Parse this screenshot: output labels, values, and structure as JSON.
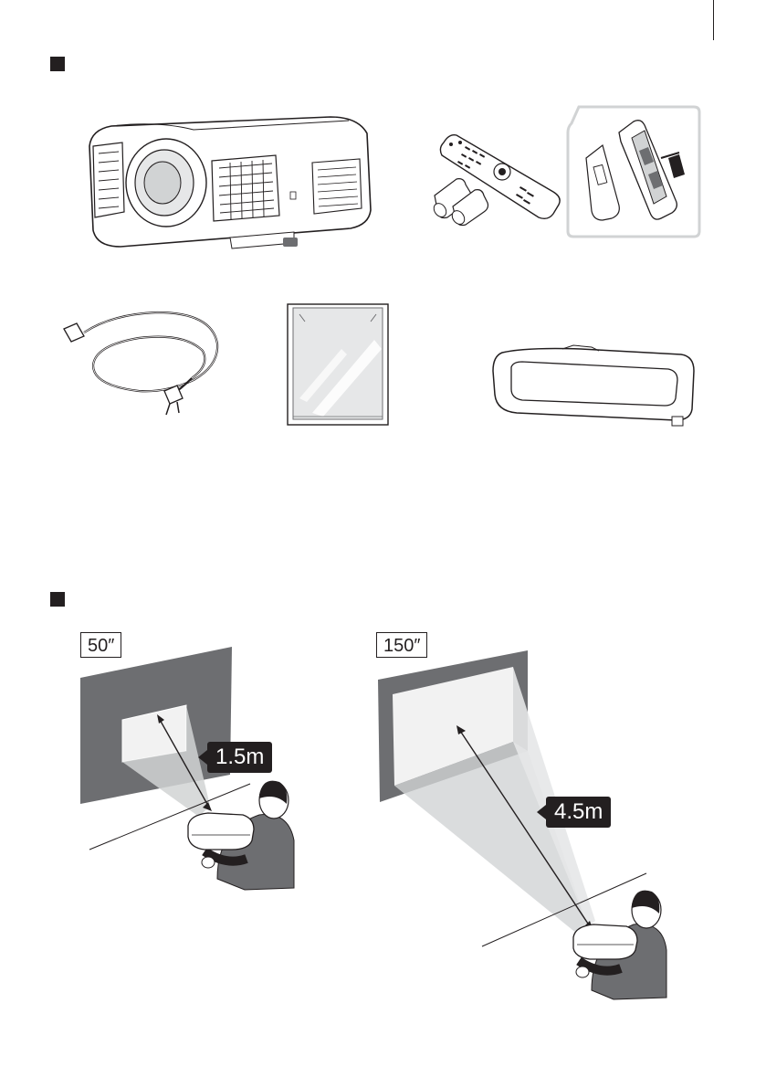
{
  "sections": {
    "contents_marker": "",
    "placement_marker": ""
  },
  "accessories": [
    {
      "icon": "projector-icon"
    },
    {
      "icon": "remote-control-icon"
    },
    {
      "icon": "battery-insertion-icon"
    },
    {
      "icon": "power-cord-icon"
    },
    {
      "icon": "document-sleeve-icon"
    },
    {
      "icon": "cable-cover-icon"
    }
  ],
  "examples": [
    {
      "size": "50″",
      "distance": "1.5m"
    },
    {
      "size": "150″",
      "distance": "4.5m"
    }
  ],
  "colors": {
    "ink": "#231f20",
    "wall": "#6d6e71",
    "screen": "#f2f2f2"
  }
}
